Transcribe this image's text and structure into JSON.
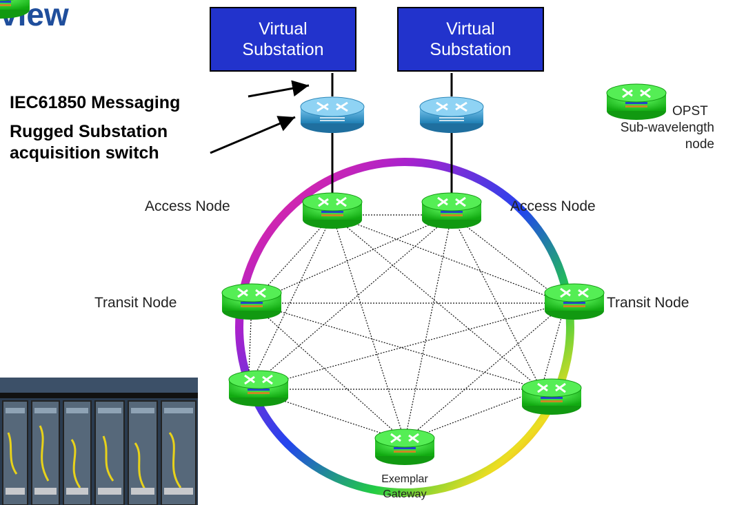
{
  "title": "view",
  "virtual_substations": [
    {
      "line1": "Virtual",
      "line2": "Substation"
    },
    {
      "line1": "Virtual",
      "line2": "Substation"
    }
  ],
  "annotations": {
    "messaging": "IEC61850 Messaging",
    "switch_line1": "Rugged Substation",
    "switch_line2": "acquisition switch"
  },
  "legend": {
    "line1": "OPST",
    "line2": "Sub-wavelength",
    "line3": "node"
  },
  "node_labels": {
    "access_left": "Access Node",
    "access_right": "Access Node",
    "transit_left": "Transit Node",
    "transit_right": "Transit Node",
    "gateway_line1": "Exemplar",
    "gateway_line2": "Gateway"
  },
  "colors": {
    "title": "#1f4e9c",
    "substation_box": "#2233cc",
    "node_green": "#22dd22",
    "switch_blue": "#3aa6d8"
  }
}
